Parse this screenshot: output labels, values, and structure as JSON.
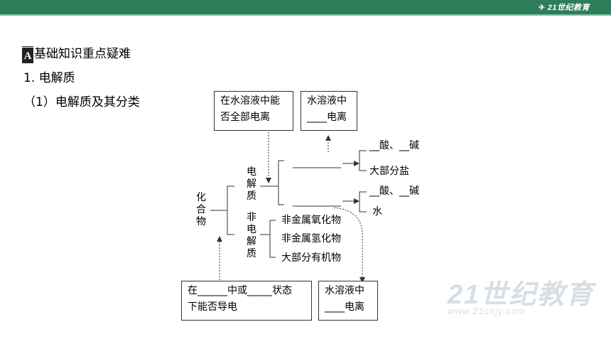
{
  "header": {
    "brand": "21世纪教育"
  },
  "section": {
    "badge": "A",
    "title": "基础知识重点疑难"
  },
  "heading1": "1. 电解质",
  "heading2": "（1）电解质及其分类",
  "diagram": {
    "root": [
      "化",
      "合",
      "物"
    ],
    "electrolyte": [
      "电",
      "解",
      "质"
    ],
    "non_electrolyte": [
      "非",
      "电",
      "解",
      "质"
    ],
    "strong_items": [
      "__酸、__碱",
      "大部分盐"
    ],
    "weak_items": [
      "__酸、__碱",
      "水"
    ],
    "non_electrolyte_items": [
      "非金属氧化物",
      "非金属氢化物",
      "大部分有机物"
    ],
    "box_ionize_all": [
      "在水溶液中能",
      "否全部电离"
    ],
    "box_top_blank": [
      "水溶液中",
      "____电离"
    ],
    "box_conduct": [
      "在______中或_____状态",
      "下能否导电"
    ],
    "box_bottom_blank": [
      "水溶液中",
      "____电离"
    ]
  },
  "watermark": {
    "text": "21世纪教育",
    "url": "www.21cnjy.com"
  }
}
